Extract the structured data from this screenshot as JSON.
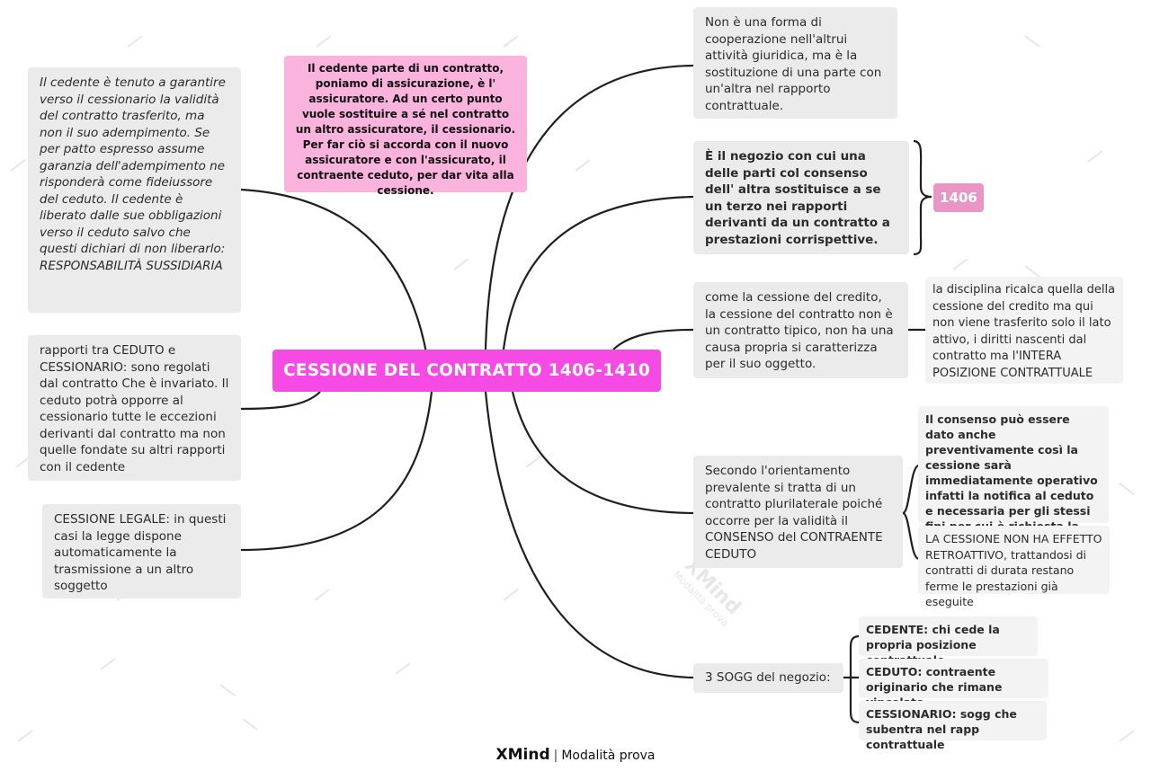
{
  "central": "CESSIONE DEL CONTRATTO 1406-1410",
  "intro_note": "Il cedente parte di un contratto, poniamo di assicurazione, è l' assicuratore. Ad un certo punto vuole sostituire a sé nel contratto un altro assicuratore, il cessionario. Per far ciò si accorda con il nuovo assicuratore e con l'assicurato, il contraente ceduto, per dar vita alla cessione.",
  "left": {
    "guarantee": " Il cedente è tenuto a garantire verso il cessionario la validità del contratto trasferito, ma non il suo adempimento. Se per patto espresso assume garanzia dell'adempimento ne risponderà come fideiussore del ceduto. Il cedente è liberato dalle sue obbligazioni verso il ceduto salvo che questi dichiari di non liberarlo: RESPONSABILITÀ SUSSIDIARIA",
    "relations": " rapporti tra CEDUTO e CESSIONARIO: sono regolati dal contratto Che è invariato. Il ceduto potrà opporre al cessionario tutte le eccezioni derivanti dal contratto ma non quelle fondate su altri rapporti con il cedente",
    "legal": "CESSIONE LEGALE: in questi casi la legge dispone automaticamente la trasmissione a un altro soggetto"
  },
  "right": {
    "not_cooperation": " Non è una forma di cooperazione nell'altrui attività giuridica, ma è la sostituzione di una parte con un'altra nel rapporto contrattuale.",
    "definition": " È il negozio con cui una delle parti col consenso dell' altra sostituisce a se un terzo nei rapporti derivanti da un contratto a prestazioni corrispettive.",
    "article_tag": "1406",
    "like_credit": "come la cessione del credito, la cessione del contratto non è un contratto tipico, non ha una causa propria si caratterizza per il suo oggetto.",
    "discipline": "la disciplina ricalca quella della cessione del credito ma qui non viene trasferito solo il lato attivo, i diritti nascenti dal contratto ma l'INTERA POSIZIONE CONTRATTUALE",
    "orientation": " Secondo l'orientamento prevalente si tratta di un contratto plurilaterale poiché occorre per la validità il CONSENSO del CONTRAENTE CEDUTO",
    "consent": " Il consenso può essere dato anche preventivamente così la cessione sarà immediatamente operativo infatti la notifica al ceduto e necessaria per gli stessi fini per cui è richiesta la cessione del credito",
    "no_retro": "LA CESSIONE NON HA EFFETTO RETROATTIVO, trattandosi di contratti di durata restano ferme le prestazioni già eseguite",
    "subjects": "3 SOGG del negozio:",
    "cedente": "CEDENTE: chi cede la propria posizione contrattuale",
    "ceduto": "CEDUTO: contraente originario che rimane vincolato",
    "cessionario": "CESSIONARIO: sogg che subentra nel rapp contrattuale"
  },
  "footer": {
    "brand": "XMind",
    "mode": "Modalità prova"
  },
  "watermark": {
    "brand": "XMind",
    "mode": "Modalità prova"
  },
  "colors": {
    "central": "#f54be4",
    "intro_note": "#f9b3dc",
    "tag": "#e995c6",
    "node": "#ebebeb",
    "line": "#1f1f1f"
  }
}
